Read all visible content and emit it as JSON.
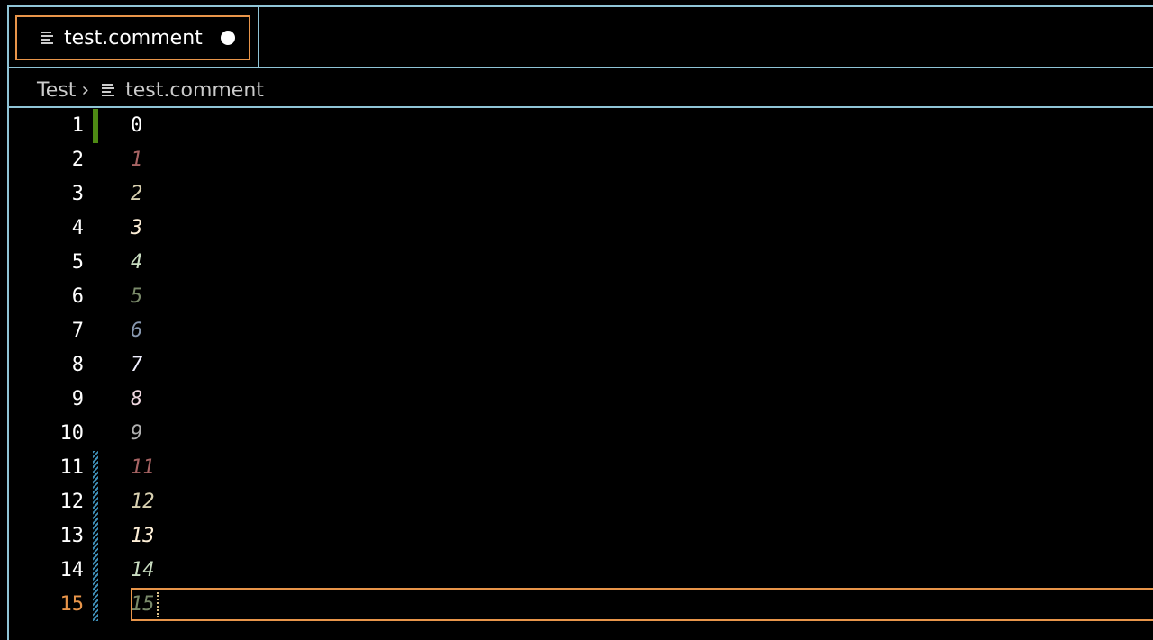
{
  "tab": {
    "label": "test.comment",
    "icon": "file-lines-icon",
    "dirty": true
  },
  "breadcrumb": {
    "folder": "Test",
    "file": "test.comment"
  },
  "colors": {
    "accent": "#e8954a",
    "border": "#8fc4d6",
    "added": "#4e8a14",
    "modified": "#3f8fb8"
  },
  "lines": [
    {
      "n": "1",
      "text": "0",
      "color": "#ffffff"
    },
    {
      "n": "2",
      "text": "1",
      "color": "#a86464"
    },
    {
      "n": "3",
      "text": "2",
      "color": "#d8d0b0"
    },
    {
      "n": "4",
      "text": "3",
      "color": "#fff0d8"
    },
    {
      "n": "5",
      "text": "4",
      "color": "#c8dcc0"
    },
    {
      "n": "6",
      "text": "5",
      "color": "#7a8a6a"
    },
    {
      "n": "7",
      "text": "6",
      "color": "#8898b0"
    },
    {
      "n": "8",
      "text": "7",
      "color": "#f0f0ff"
    },
    {
      "n": "9",
      "text": "8",
      "color": "#f0d8e0"
    },
    {
      "n": "10",
      "text": "9",
      "color": "#b0b0b0"
    },
    {
      "n": "11",
      "text": "11",
      "color": "#a86464"
    },
    {
      "n": "12",
      "text": "12",
      "color": "#d8d0b0"
    },
    {
      "n": "13",
      "text": "13",
      "color": "#fff0d8"
    },
    {
      "n": "14",
      "text": "14",
      "color": "#c8dcc0"
    },
    {
      "n": "15",
      "text": "15",
      "color": "#7a8a6a"
    }
  ],
  "current_line": 15
}
